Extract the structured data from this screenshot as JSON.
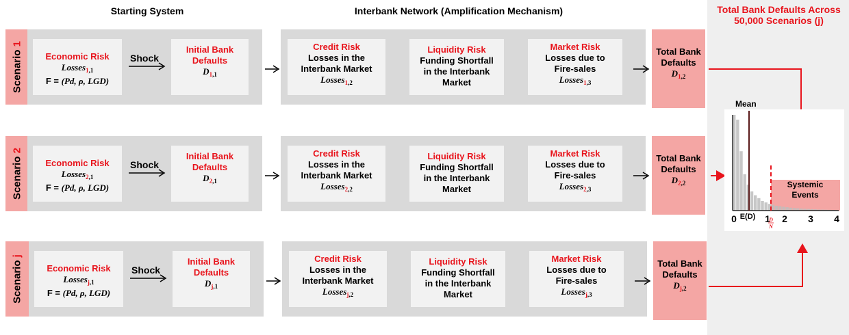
{
  "headers": {
    "starting_system": "Starting System",
    "interbank_network": "Interbank Network (Amplification Mechanism)",
    "total_defaults_title": "Total Bank Defaults Across 50,000 Scenarios (j)"
  },
  "common": {
    "economic_risk": "Economic Risk",
    "shock": "Shock",
    "initial_bank_defaults": "Initial Bank Defaults",
    "credit_risk": "Credit Risk",
    "credit_desc": "Losses in the Interbank Market",
    "liquidity_risk": "Liquidity Risk",
    "liquidity_desc": "Funding Shortfall in the Interbank Market",
    "market_risk": "Market Risk",
    "market_desc": "Losses due to Fire-sales",
    "total_bank_defaults": "Total Bank Defaults",
    "formula_prefix": "F = ",
    "formula_body": "(Pd, ρ, LGD)",
    "losses": "Losses",
    "d": "D"
  },
  "scenarios": [
    {
      "label_prefix": "Scenario ",
      "label_idx": "1",
      "idx": "1",
      "econ_sub": ",1",
      "d1_sub": ",1",
      "credit_sub": ",2",
      "market_sub": ",3",
      "total_sub": ",2"
    },
    {
      "label_prefix": "Scenario ",
      "label_idx": "2",
      "idx": "2",
      "econ_sub": ",1",
      "d1_sub": ",1",
      "credit_sub": ",2",
      "market_sub": ",3",
      "total_sub": ",2"
    },
    {
      "label_prefix": "Scenario ",
      "label_idx": "j",
      "idx": "j",
      "econ_sub": ",1",
      "d1_sub": ",1",
      "credit_sub": ",2",
      "market_sub": ",3",
      "total_sub": ",2"
    }
  ],
  "histogram": {
    "mean_label": "Mean",
    "expected_label": "E(D)",
    "tick_labels": [
      "0",
      "1",
      "2",
      "3",
      "4"
    ],
    "threshold_num": "D",
    "threshold_den": "N",
    "systemic_events": "Systemic Events",
    "bar_values": [
      1.0,
      0.95,
      0.62,
      0.38,
      0.27,
      0.2,
      0.16,
      0.13,
      0.1,
      0.085,
      0.07,
      0.06,
      0.05,
      0.045,
      0.04,
      0.035,
      0.03,
      0.027,
      0.024,
      0.021,
      0.019,
      0.017,
      0.015,
      0.013,
      0.011,
      0.01,
      0.009,
      0.008,
      0.007,
      0.006
    ]
  },
  "colors": {
    "red": "#e8141c",
    "pink": "#f4a6a4",
    "gray_band": "#d9d9d9",
    "light_box": "#f2f2f2",
    "hist_bar": "#bdbdbd"
  }
}
